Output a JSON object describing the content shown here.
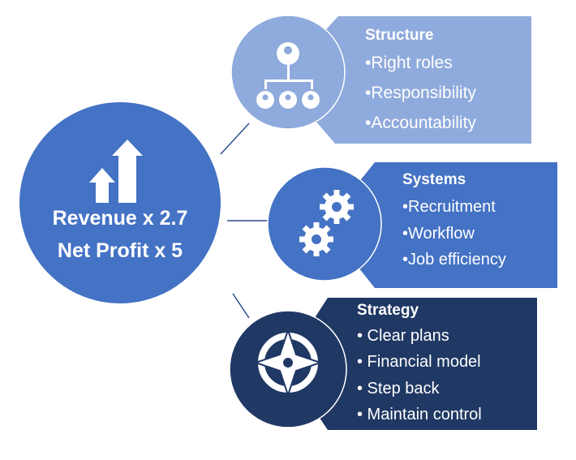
{
  "center": {
    "line1": "Revenue x 2.7",
    "line2": "Net Profit x 5",
    "icon": "growth-arrows-icon"
  },
  "cards": [
    {
      "title": "Structure",
      "icon": "org-chart-icon",
      "bullets": [
        "•Right roles",
        "•Responsibility",
        "•Accountability"
      ],
      "color": "#8FAADC"
    },
    {
      "title": "Systems",
      "icon": "gears-icon",
      "bullets": [
        "•Recruitment",
        "•Workflow",
        "•Job efficiency"
      ],
      "color": "#4472C4"
    },
    {
      "title": "Strategy",
      "icon": "compass-icon",
      "bullets": [
        "• Clear plans",
        "• Financial model",
        "• Step back",
        "• Maintain control"
      ],
      "color": "#203864"
    }
  ]
}
